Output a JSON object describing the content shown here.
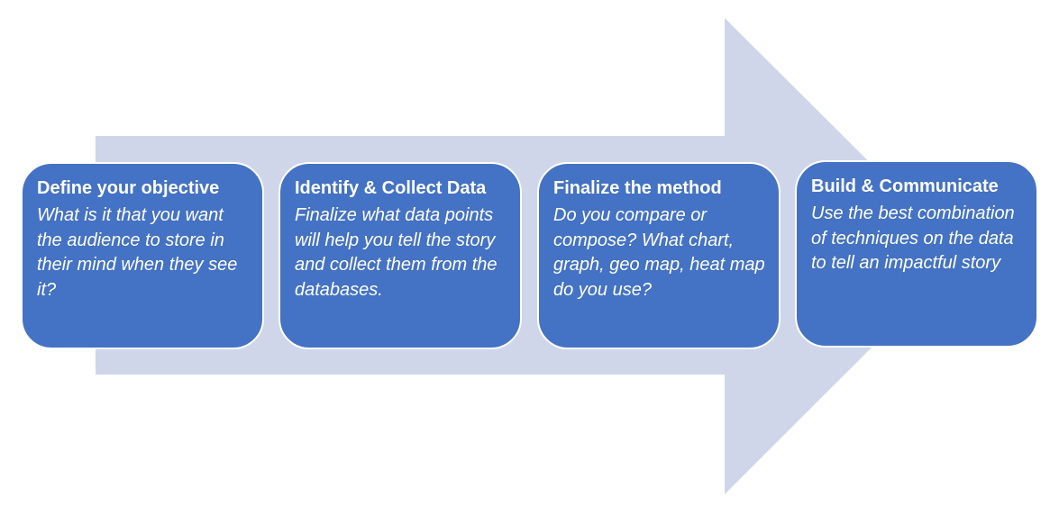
{
  "colors": {
    "arrow_fill": "#cfd6ea",
    "box_fill": "#4472c4",
    "box_border": "#ffffff",
    "text": "#ffffff"
  },
  "steps": [
    {
      "title": "Define your objective",
      "description": "What is it that you want the audience to store in their mind when they see it?"
    },
    {
      "title": "Identify & Collect Data",
      "description": "Finalize what data points will help you tell the story and collect them from the databases."
    },
    {
      "title": "Finalize the method",
      "description": "Do you compare or compose? What chart, graph, geo map, heat map do you use?"
    },
    {
      "title": "Build & Communicate",
      "description": "Use the best combination of techniques on the data to tell an impactful story"
    }
  ]
}
